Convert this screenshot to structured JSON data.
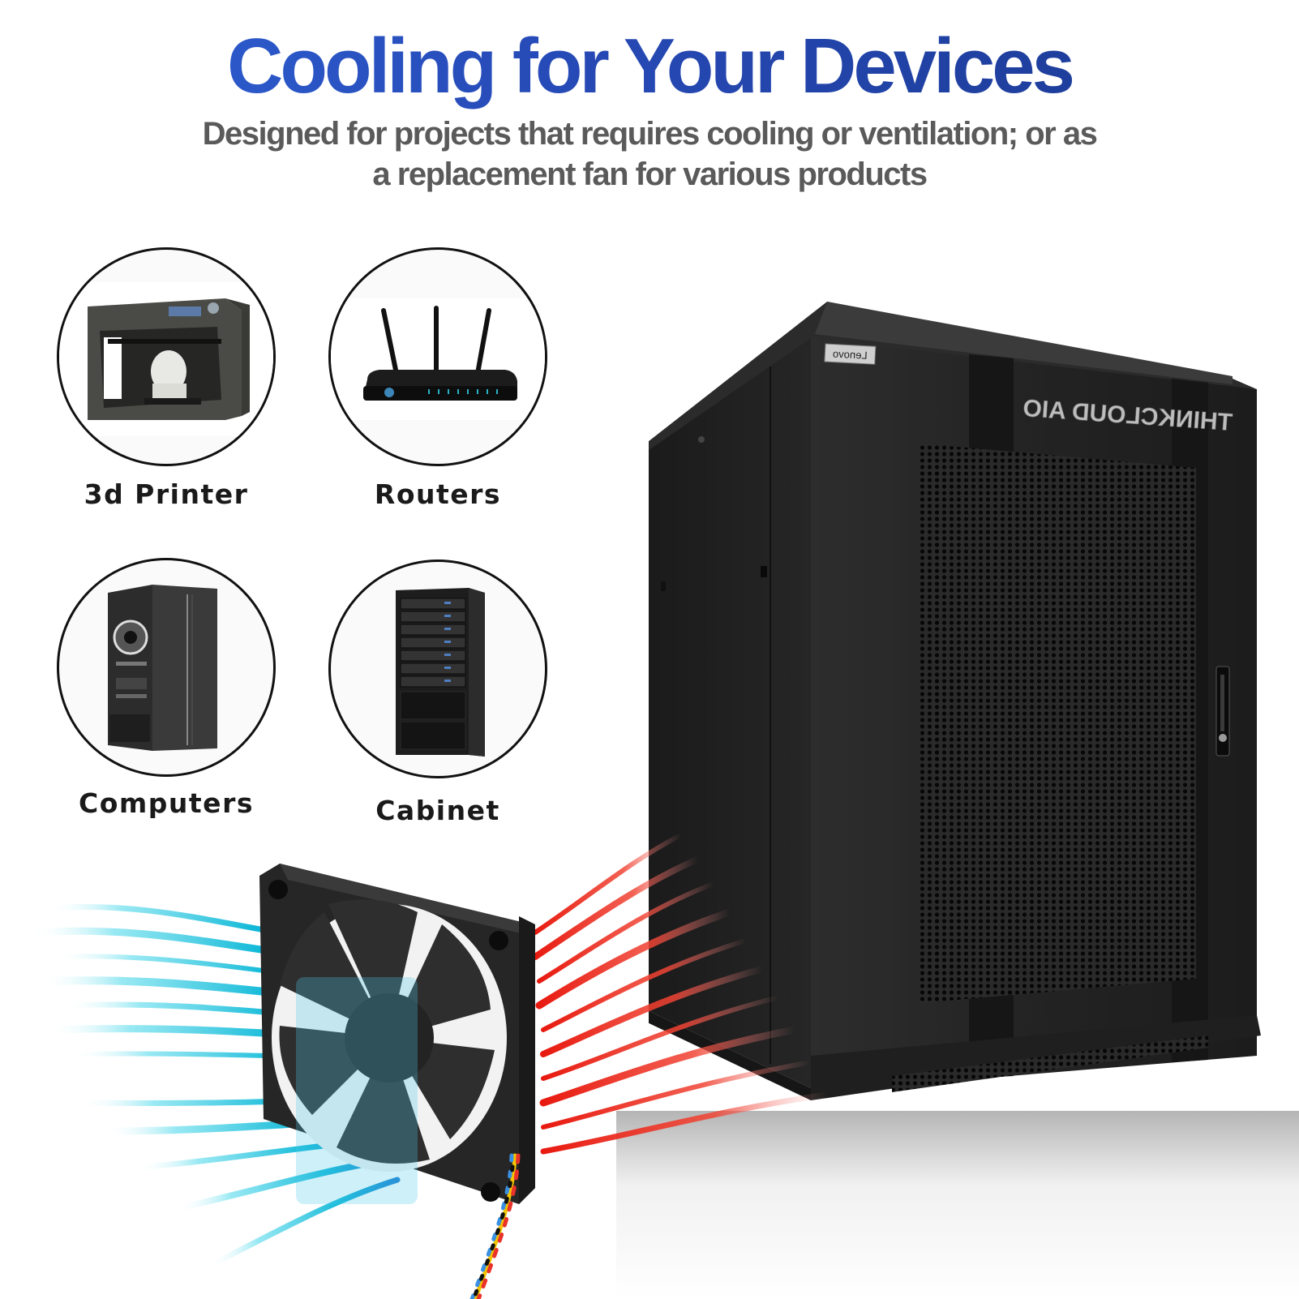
{
  "header": {
    "title": "Cooling for Your Devices",
    "subtitle_line1": "Designed for projects that requires cooling or ventilation; or as",
    "subtitle_line2": "a replacement fan for various products"
  },
  "colors": {
    "title_gradient_start": "#2f62d6",
    "title_gradient_end": "#1b3a92",
    "subtitle": "#5a5a5a",
    "label": "#1a1a1a",
    "circle_border": "#111111",
    "cool_air": "#19c3e0",
    "hot_air": "#ee2a1e"
  },
  "categories": [
    {
      "label": "3d Printer",
      "icon": "3d-printer-icon"
    },
    {
      "label": "Routers",
      "icon": "router-icon"
    },
    {
      "label": "Computers",
      "icon": "computer-tower-icon"
    },
    {
      "label": "Cabinet",
      "icon": "server-rack-icon"
    }
  ],
  "hero": {
    "cabinet_brand_badge": "Lenovo",
    "cabinet_door_text": "THINKCLOUD AIO",
    "fan_description": "cooling fan with 4-wire cable",
    "airflow_in": "cool air (blue)",
    "airflow_out": "hot air (red)"
  }
}
